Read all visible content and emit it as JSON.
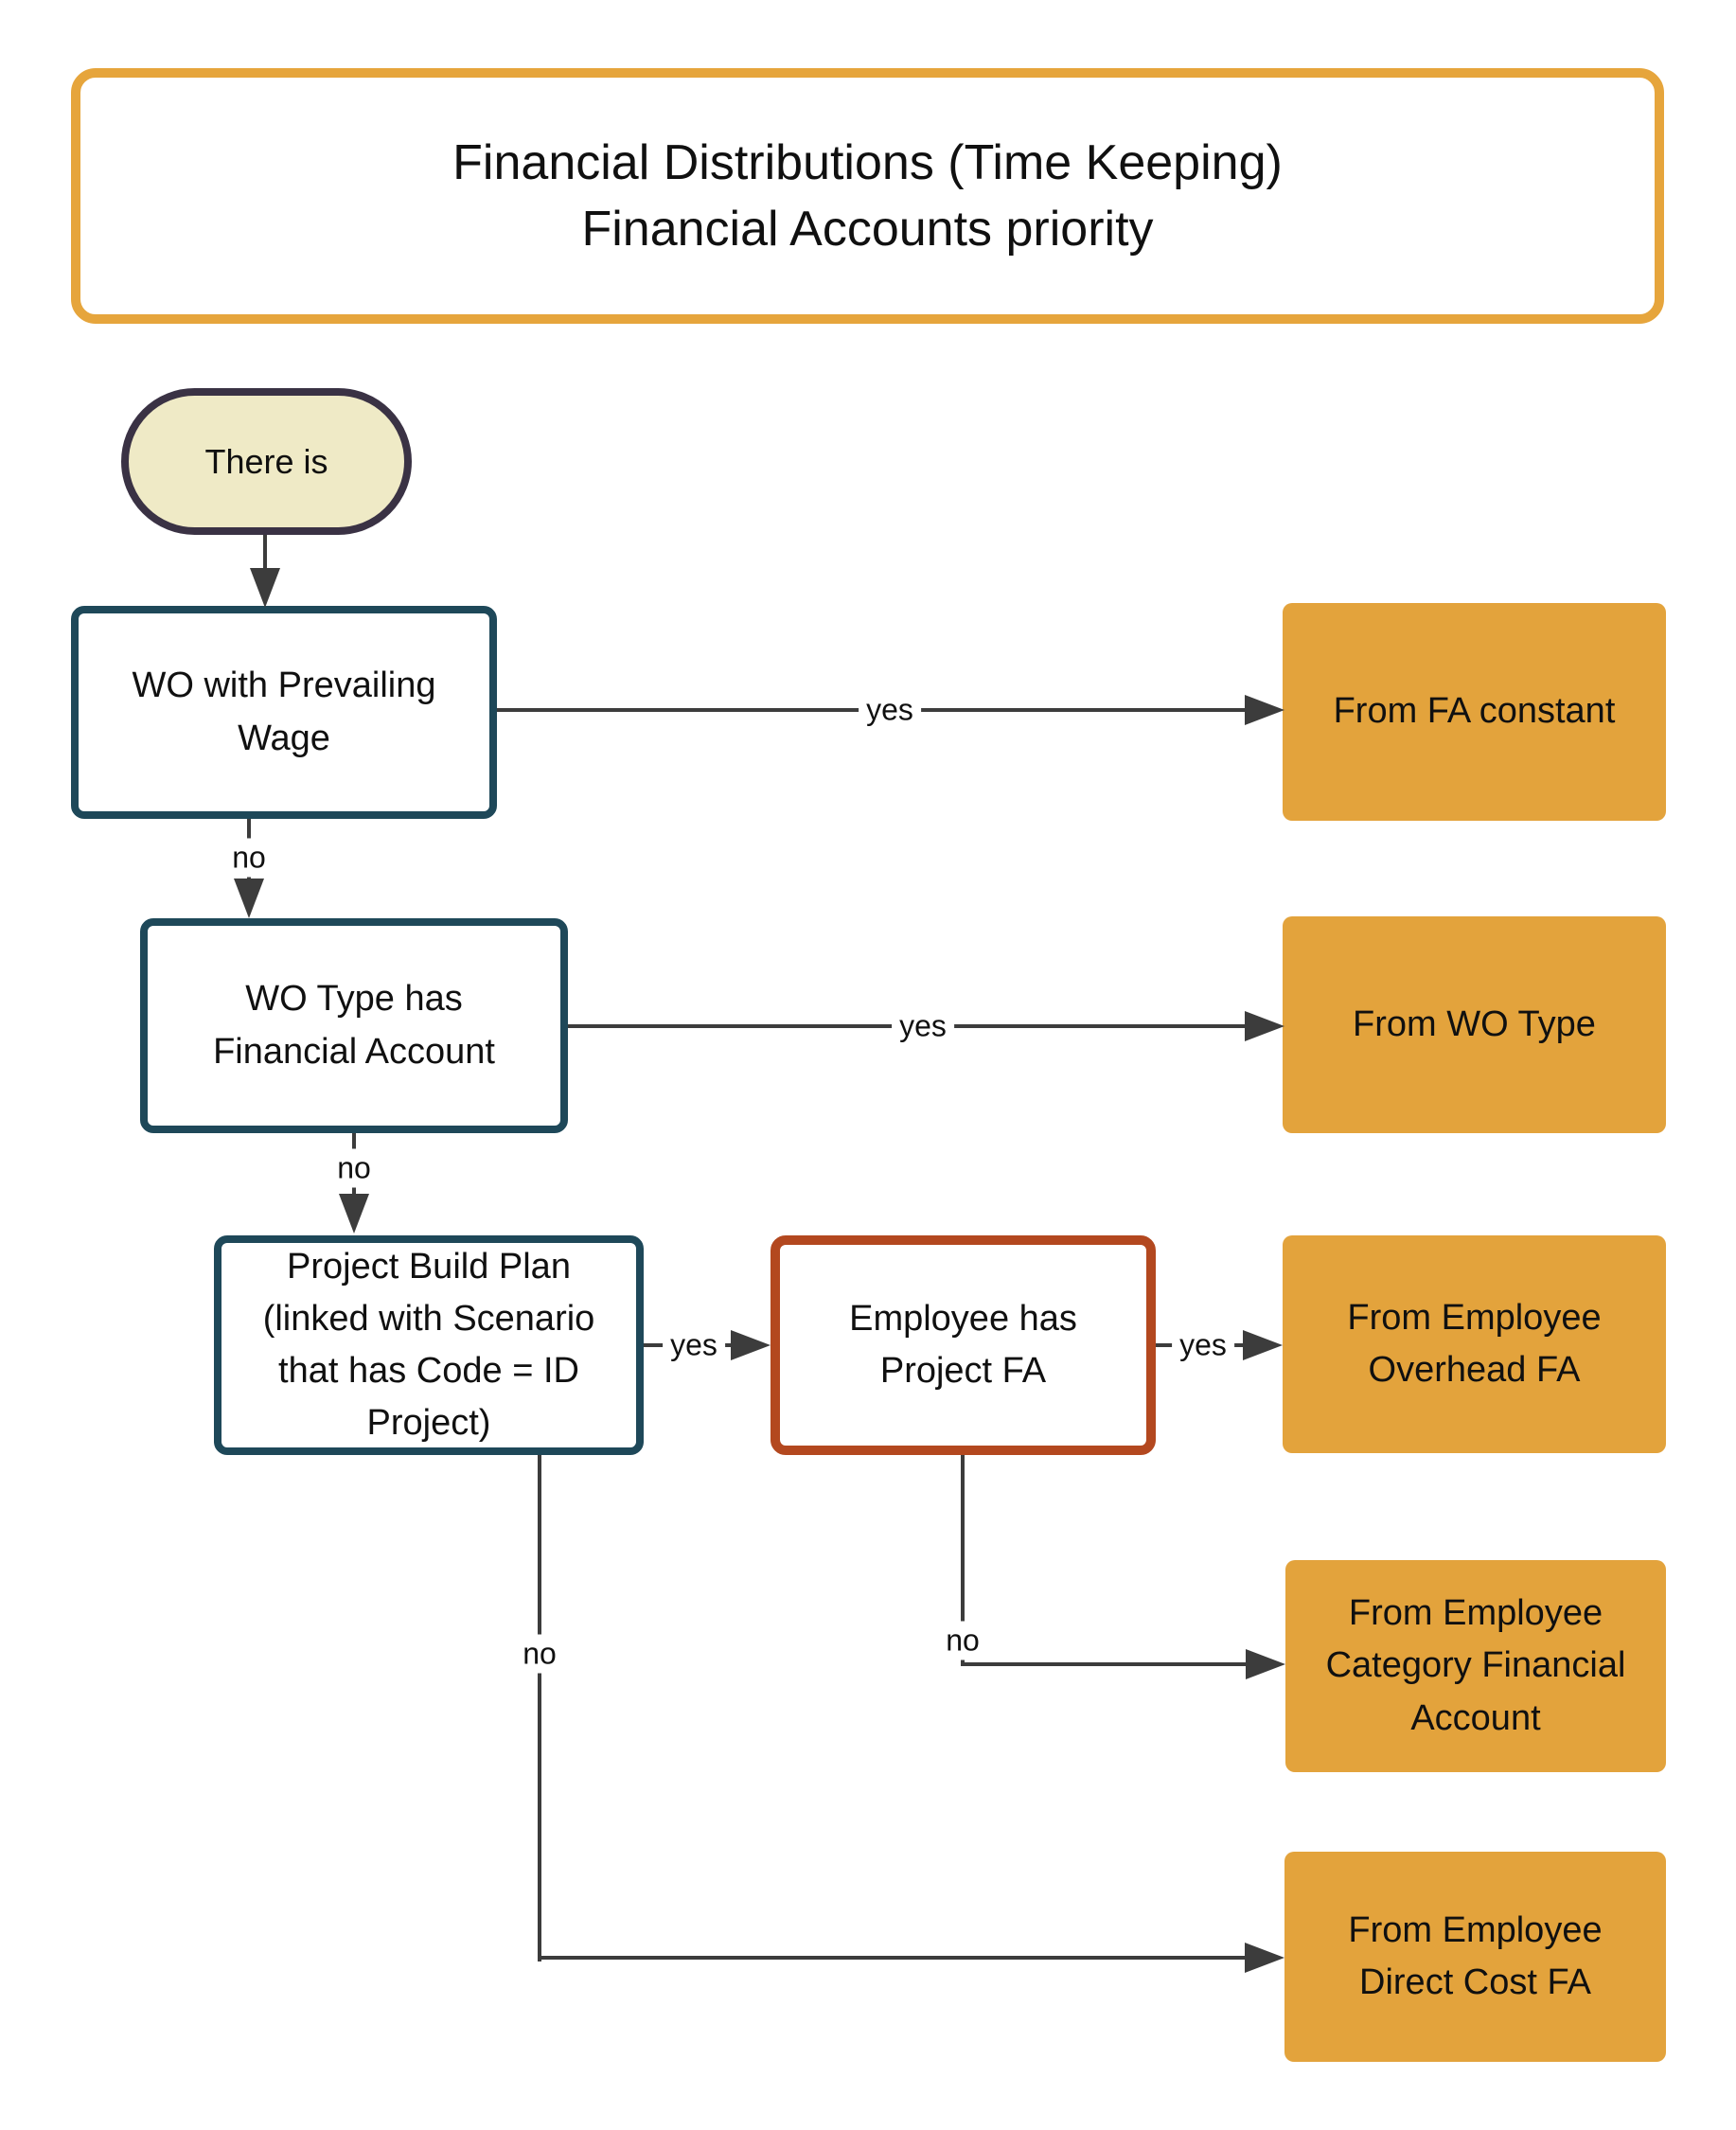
{
  "title": {
    "line1": "Financial Distributions (Time Keeping)",
    "line2": "Financial Accounts priority"
  },
  "nodes": {
    "start": {
      "label": "There is"
    },
    "wo_prevailing_wage": {
      "label": "WO with Prevailing\nWage"
    },
    "wo_type_has_fa": {
      "label": "WO Type has\nFinancial Account"
    },
    "project_build_plan": {
      "label": "Project Build Plan\n(linked with Scenario\nthat has Code = ID\nProject)"
    },
    "employee_has_project_fa": {
      "label": "Employee has\nProject FA"
    },
    "from_fa_constant": {
      "label": "From FA constant"
    },
    "from_wo_type": {
      "label": "From WO Type"
    },
    "from_employee_overhead_fa": {
      "label": "From Employee\nOverhead FA"
    },
    "from_employee_category_fa": {
      "label": "From Employee\nCategory Financial\nAccount"
    },
    "from_employee_direct_cost_fa": {
      "label": "From Employee\nDirect Cost FA"
    }
  },
  "edges": {
    "d1_yes": "yes",
    "d1_no": "no",
    "d2_yes": "yes",
    "d2_no": "no",
    "d3_yes": "yes",
    "d3_no": "no",
    "d4_yes": "yes",
    "d4_no": "no"
  },
  "colors": {
    "amber_fill": "#E3A33C",
    "title_border": "#E6A53C",
    "decision_border": "#1E4859",
    "employee_box_border": "#B3481F",
    "start_fill": "#EFEAC6",
    "start_border": "#3A3244",
    "connector": "#3C3C3C",
    "text": "#101010",
    "background": "#FFFFFF"
  }
}
